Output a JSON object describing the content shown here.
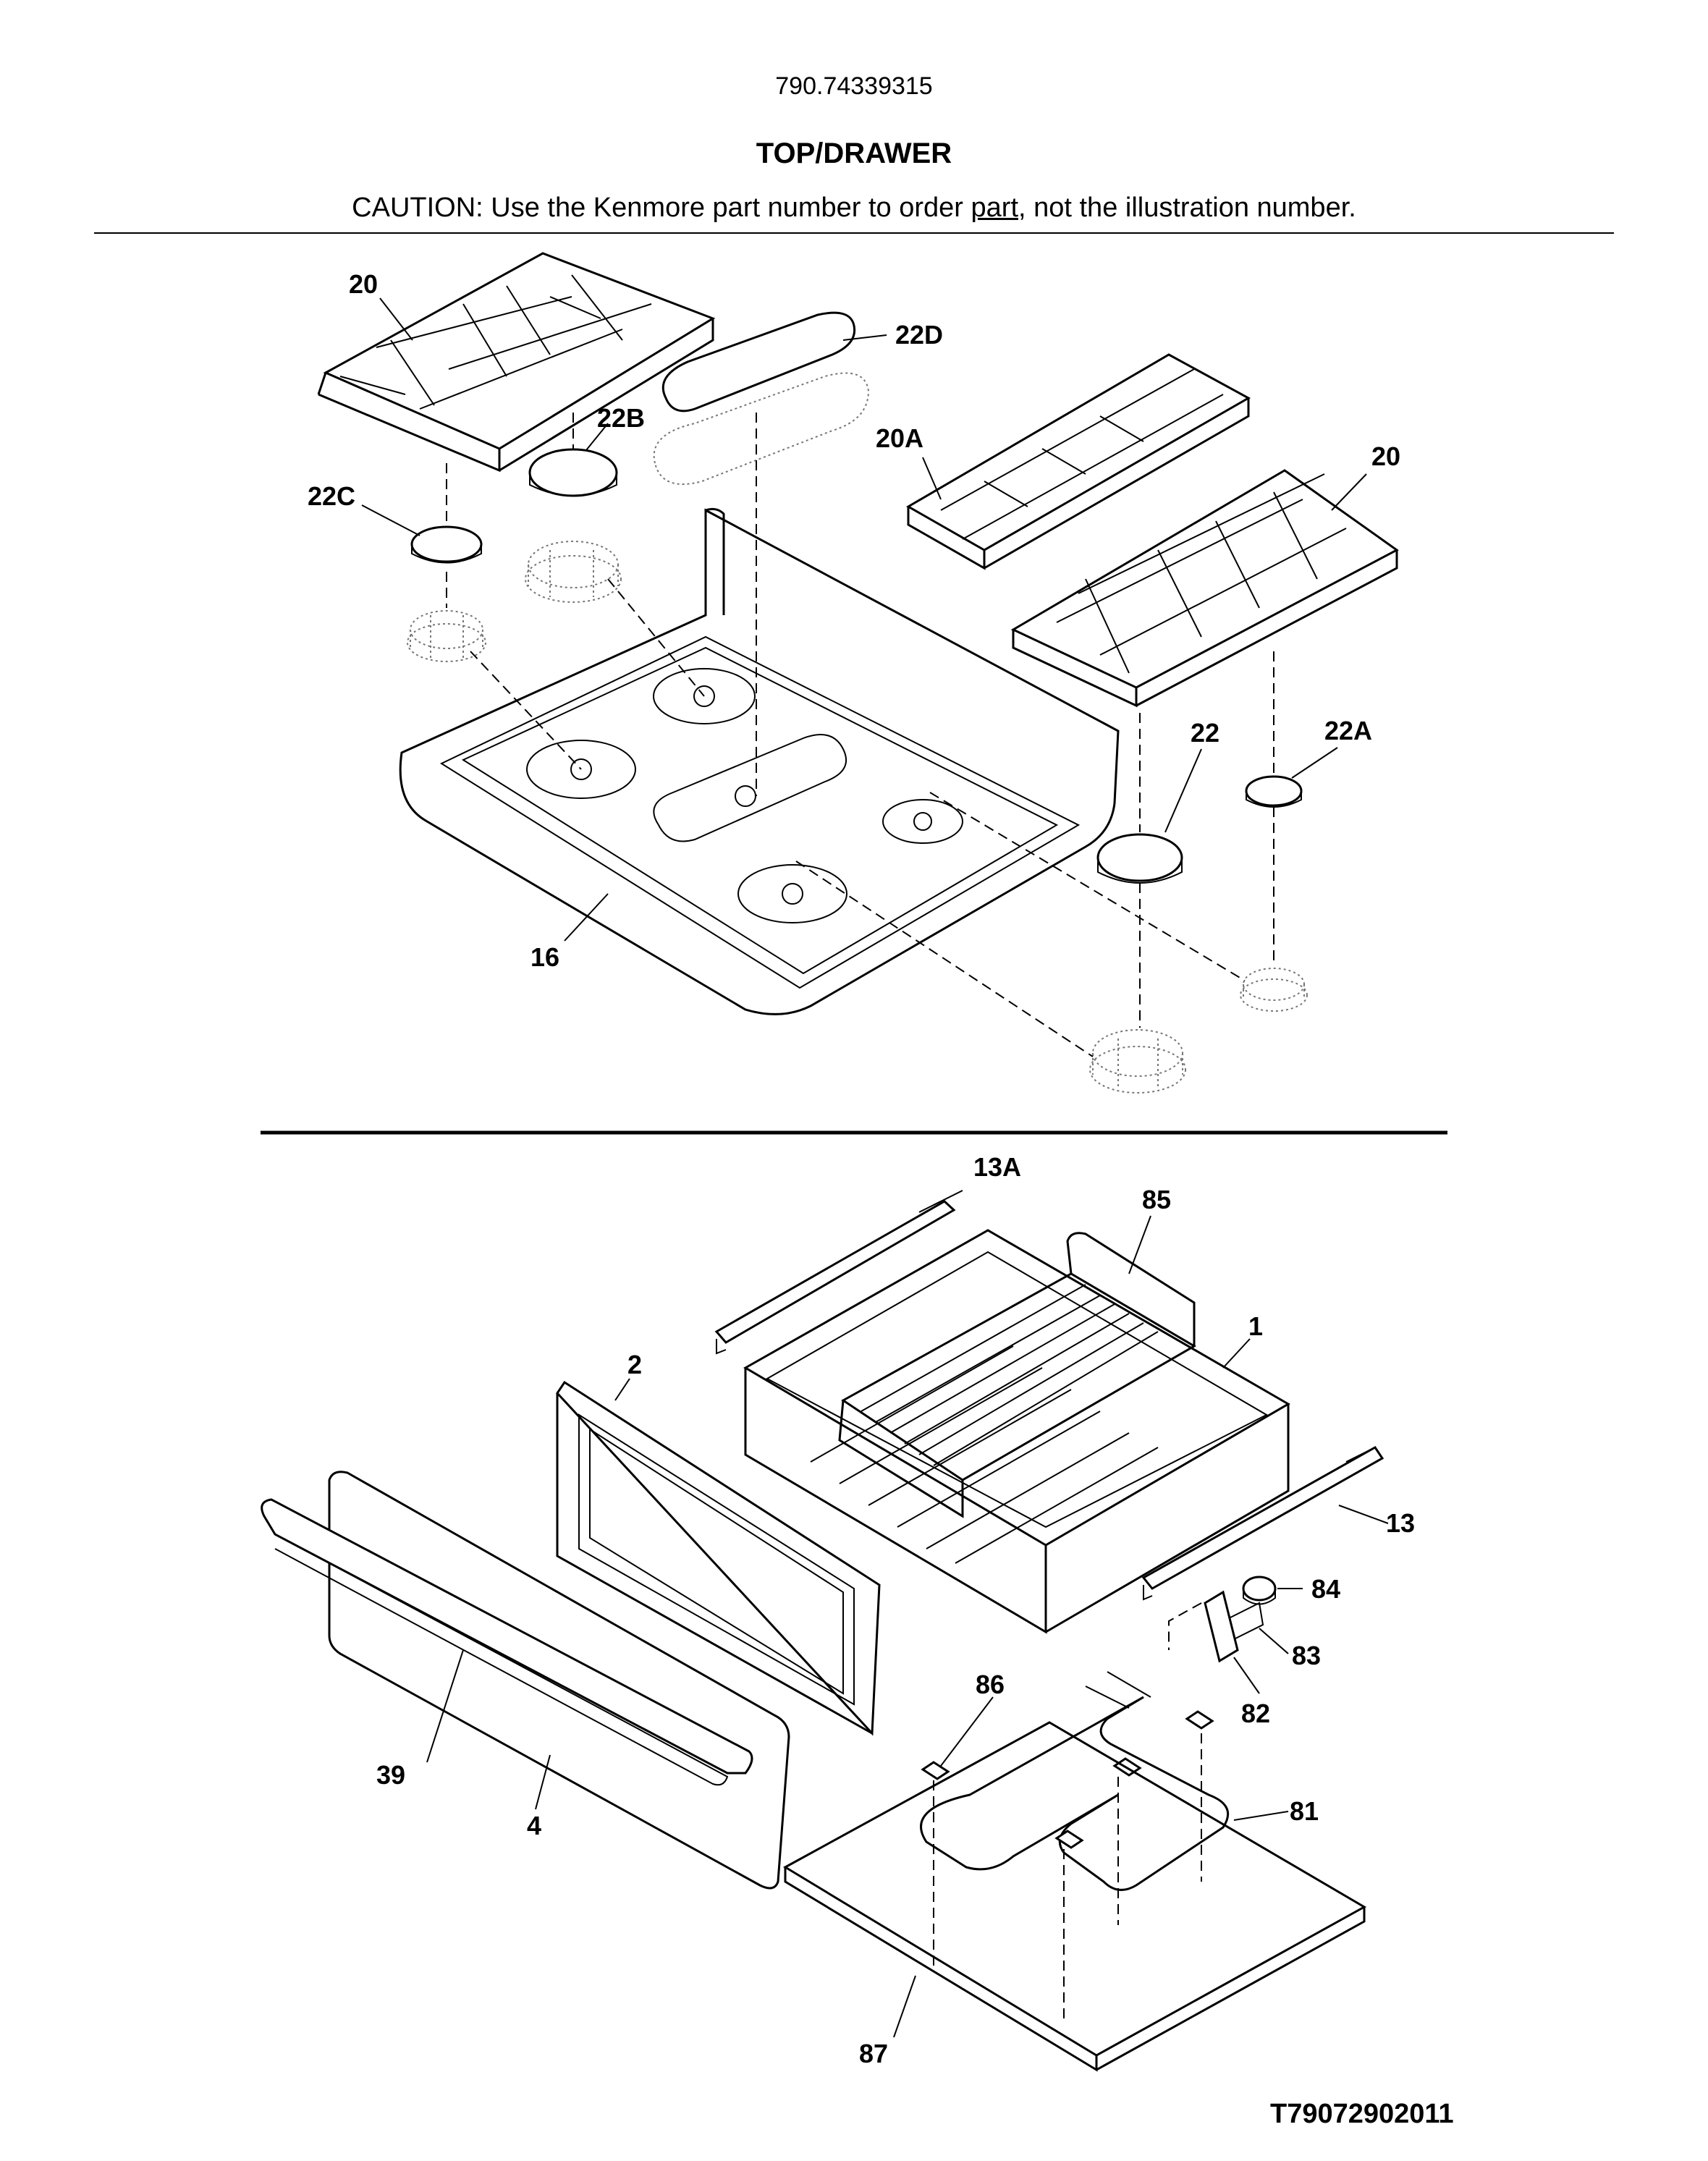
{
  "header": {
    "model_number": "790.74339315",
    "title": "TOP/DRAWER",
    "caution_prefix": "CAUTION: Use the Kenmore part number to order ",
    "caution_link": "part",
    "caution_suffix": ", not the illustration number."
  },
  "figure_id": "T79072902011",
  "callouts": {
    "c20_left": "20",
    "c22D": "22D",
    "c22B": "22B",
    "c20A": "20A",
    "c20_right": "20",
    "c22C": "22C",
    "c22": "22",
    "c22A": "22A",
    "c16": "16",
    "c13A": "13A",
    "c85": "85",
    "c1": "1",
    "c2": "2",
    "c13": "13",
    "c84": "84",
    "c83": "83",
    "c86": "86",
    "c82": "82",
    "c39": "39",
    "c4": "4",
    "c81": "81",
    "c87": "87"
  }
}
